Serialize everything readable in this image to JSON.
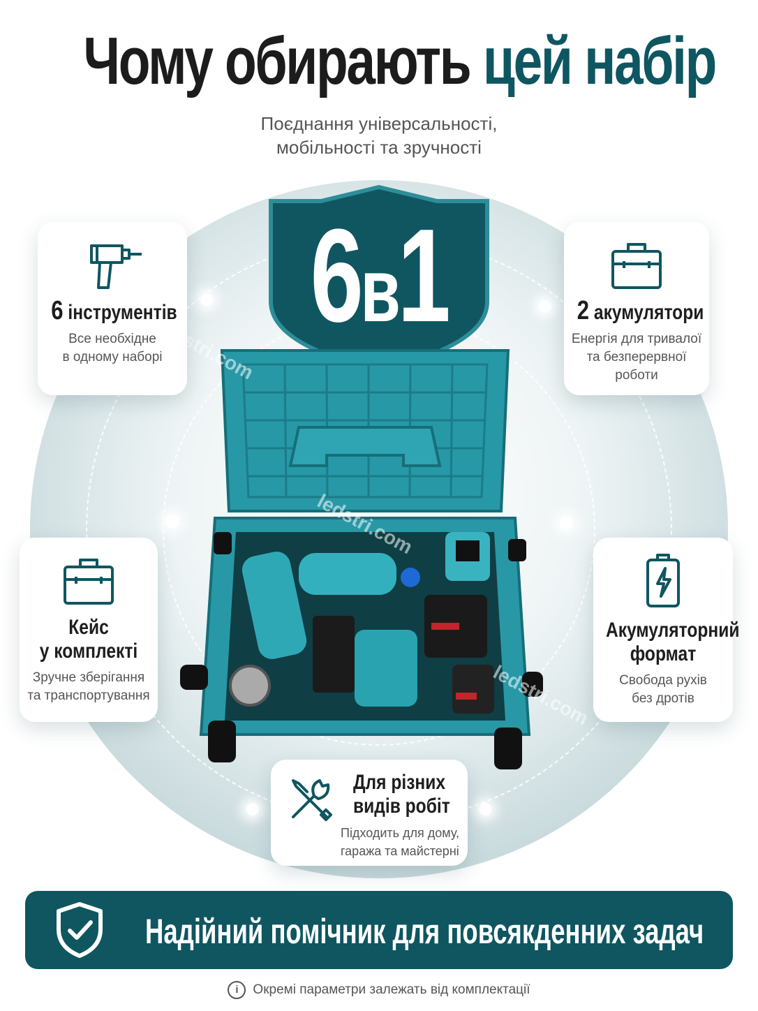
{
  "header": {
    "title_part1": "Чому обирають ",
    "title_part2": "цей набір",
    "subtitle_line1": "Поєднання універсальності,",
    "subtitle_line2": "мобільності та зручності"
  },
  "badge": {
    "number_left": "6",
    "connector": "в",
    "number_right": "1"
  },
  "features": [
    {
      "icon": "drill-icon",
      "title_num": "6",
      "title_rest": " інструментів",
      "desc_line1": "Все необхідне",
      "desc_line2": "в одному наборі"
    },
    {
      "icon": "case-icon",
      "title_num": "2",
      "title_rest": " акумулятори",
      "desc_line1": "Енергія для тривалої",
      "desc_line2": "та безперервної роботи"
    },
    {
      "icon": "case-icon",
      "title_line1": "Кейс",
      "title_line2": "у комплекті",
      "desc_line1": "Зручне зберігання",
      "desc_line2": "та транспортування"
    },
    {
      "icon": "battery-icon",
      "title_line1": "Акумуляторний",
      "title_line2": "формат",
      "desc_line1": "Свобода рухів",
      "desc_line2": "без дротів"
    },
    {
      "icon": "tools-icon",
      "title_line1": "Для різних",
      "title_line2": "видів робіт",
      "desc_line1": "Підходить для дому,",
      "desc_line2": "гаража та майстерні"
    }
  ],
  "banner": {
    "icon": "shield-check-icon",
    "text": "Надійний помічник для повсякденних задач"
  },
  "footnote": {
    "icon": "info-icon",
    "text": "Окремі параметри залежать від комплектації"
  },
  "watermark": "ledstri.com",
  "colors": {
    "accent": "#0e5661",
    "case_teal": "#2a9aa8",
    "banner": "#0f5661"
  }
}
